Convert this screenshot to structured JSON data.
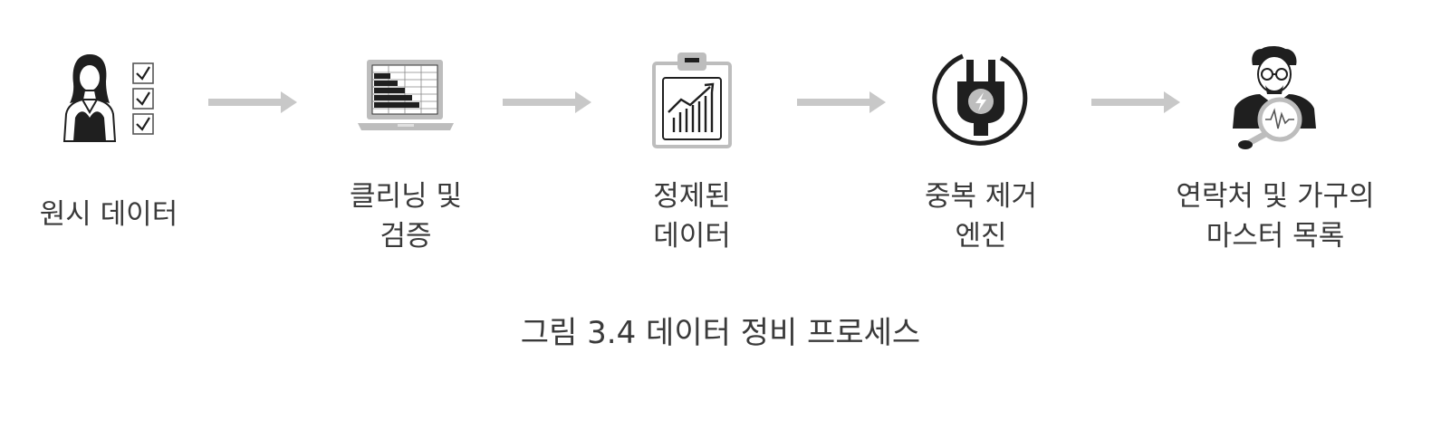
{
  "steps": [
    {
      "icon": "person-checklist-icon",
      "lines": [
        "원시 데이터"
      ]
    },
    {
      "icon": "laptop-chart-icon",
      "lines": [
        "클리닝 및",
        "검증"
      ]
    },
    {
      "icon": "clipboard-chart-icon",
      "lines": [
        "정제된",
        "데이터"
      ]
    },
    {
      "icon": "power-plug-icon",
      "lines": [
        "중복 제거",
        "엔진"
      ]
    },
    {
      "icon": "person-magnifier-icon",
      "lines": [
        "연락처 및 가구의",
        "마스터 목록"
      ]
    }
  ],
  "caption": "그림 3.4 데이터 정비 프로세스",
  "colors": {
    "icon": "#1f1f1f",
    "arrow": "#c8c8c8",
    "text": "#3a3a3a"
  }
}
